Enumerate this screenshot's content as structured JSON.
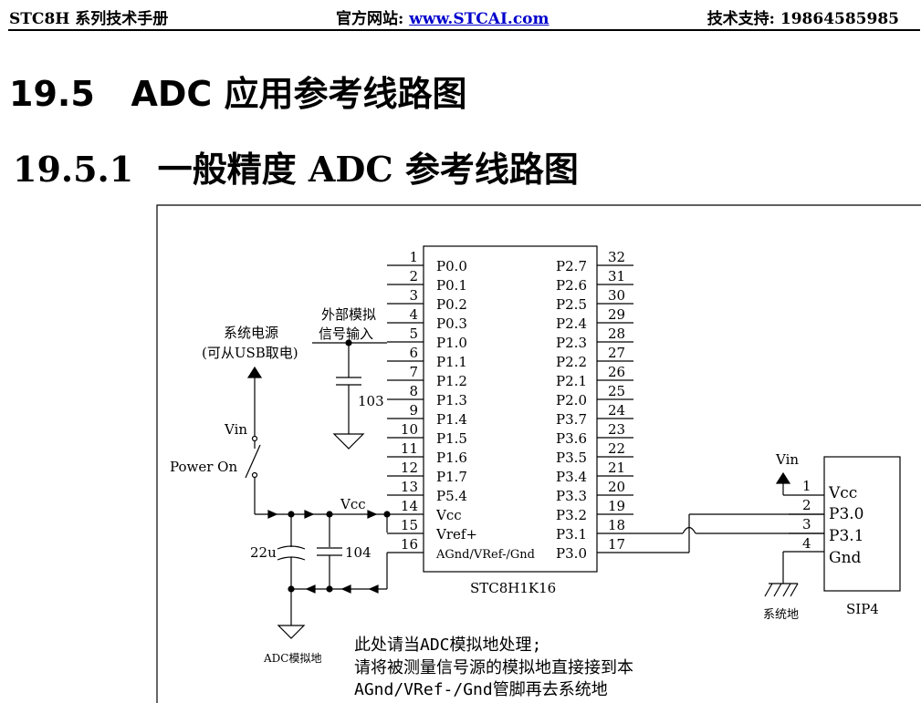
{
  "header": {
    "left": "STC8H 系列技术手册",
    "center_label": "官方网站: ",
    "center_link": "www.STCAI.com",
    "right": "技术支持: 19864585985"
  },
  "section": {
    "title": "19.5   ADC 应用参考线路图",
    "subtitle": "19.5.1  一般精度 ADC 参考线路图"
  },
  "schematic": {
    "chip_name": "STC8H1K16",
    "left_pins": [
      {
        "num": "1",
        "name": "P0.0"
      },
      {
        "num": "2",
        "name": "P0.1"
      },
      {
        "num": "3",
        "name": "P0.2"
      },
      {
        "num": "4",
        "name": "P0.3"
      },
      {
        "num": "5",
        "name": "P1.0"
      },
      {
        "num": "6",
        "name": "P1.1"
      },
      {
        "num": "7",
        "name": "P1.2"
      },
      {
        "num": "8",
        "name": "P1.3"
      },
      {
        "num": "9",
        "name": "P1.4"
      },
      {
        "num": "10",
        "name": "P1.5"
      },
      {
        "num": "11",
        "name": "P1.6"
      },
      {
        "num": "12",
        "name": "P1.7"
      },
      {
        "num": "13",
        "name": "P5.4"
      },
      {
        "num": "14",
        "name": "Vcc"
      },
      {
        "num": "15",
        "name": "Vref+"
      },
      {
        "num": "16",
        "name": "AGnd/VRef-/Gnd"
      }
    ],
    "right_pins": [
      {
        "num": "32",
        "name": "P2.7"
      },
      {
        "num": "31",
        "name": "P2.6"
      },
      {
        "num": "30",
        "name": "P2.5"
      },
      {
        "num": "29",
        "name": "P2.4"
      },
      {
        "num": "28",
        "name": "P2.3"
      },
      {
        "num": "27",
        "name": "P2.2"
      },
      {
        "num": "26",
        "name": "P2.1"
      },
      {
        "num": "25",
        "name": "P2.0"
      },
      {
        "num": "24",
        "name": "P3.7"
      },
      {
        "num": "23",
        "name": "P3.6"
      },
      {
        "num": "22",
        "name": "P3.5"
      },
      {
        "num": "21",
        "name": "P3.4"
      },
      {
        "num": "20",
        "name": "P3.3"
      },
      {
        "num": "19",
        "name": "P3.2"
      },
      {
        "num": "18",
        "name": "P3.1"
      },
      {
        "num": "17",
        "name": "P3.0"
      }
    ],
    "sip": {
      "name": "SIP4",
      "pins": [
        {
          "num": "1",
          "name": "Vcc"
        },
        {
          "num": "2",
          "name": "P3.0"
        },
        {
          "num": "3",
          "name": "P3.1"
        },
        {
          "num": "4",
          "name": "Gnd"
        }
      ]
    },
    "labels": {
      "ext_analog_1": "外部模拟",
      "ext_analog_2": "信号输入",
      "cap_103": "103",
      "sys_power_1": "系统电源",
      "sys_power_2": "(可从USB取电)",
      "vin_left": "Vin",
      "power_on": "Power On",
      "vcc_net": "Vcc",
      "cap_22u": "22u",
      "cap_104": "104",
      "adc_gnd": "ADC模拟地",
      "vin_right": "Vin",
      "sys_gnd": "系统地"
    },
    "note": {
      "line1": "此处请当ADC模拟地处理;",
      "line2": "请将被测量信号源的模拟地直接接到本",
      "line3": "AGnd/VRef-/Gnd管脚再去系统地"
    }
  }
}
